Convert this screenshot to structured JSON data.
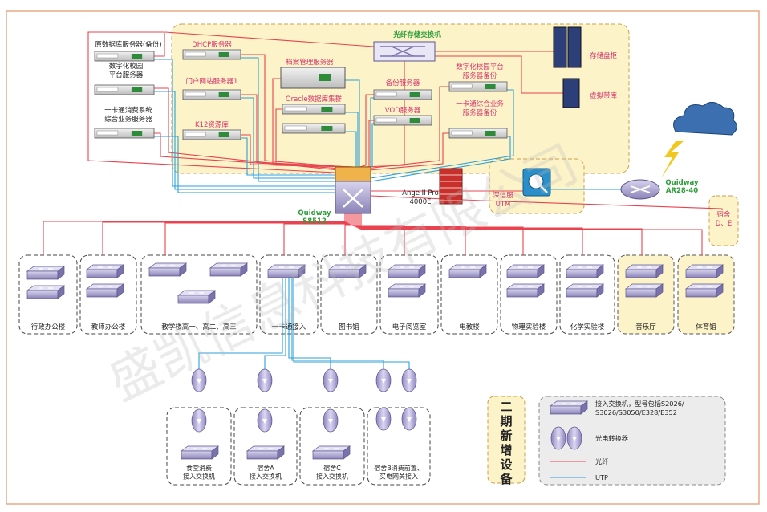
{
  "servers": {
    "db_backup": "原数据库服务器(备份)",
    "campus_platform": "数字化校园\n平台服务器",
    "card_biz": "一卡通消费系统\n综合业务服务器",
    "dhcp": "DHCP服务器",
    "portal": "门户网站服务器1",
    "k12": "K12资源库",
    "archive": "档案管理服务器",
    "oracle": "Oracle数据库集群",
    "backup": "备份服务器",
    "vod": "VOD服务器",
    "campus_platform_bak": "数字化校园平台\n服务器备份",
    "card_biz_bak": "一卡通综合业务\n服务器备份",
    "storage_cabinet": "存储盘柜",
    "virtual_tape": "虚拟带库"
  },
  "core": {
    "fc_switch": "光纤存储交换机",
    "core_switch": "Quidway\nS8512",
    "firewall": "Ange II Pro\n4000E",
    "utm": "深信服\nUTM",
    "router": "Quidway\nAR28-40"
  },
  "buildings": [
    "行政办公楼",
    "教师办公楼",
    "教学楼高一、高二、高三",
    "一卡通接入",
    "图书馆",
    "电子阅览室",
    "电教楼",
    "物理实验楼",
    "化学实验楼",
    "音乐厅",
    "体育馆"
  ],
  "dorm_future": "宿舍\nD、E",
  "sub_access": [
    "食堂消费\n接入交换机",
    "宿舍A\n接入交换机",
    "宿舍C\n接入交换机",
    "宿舍B消费前置、\n买电网关接入"
  ],
  "phase2": "二期新增设备",
  "legend": {
    "switch": "接入交换机，型号包括S2026/\nS3026/S3050/E328/E352",
    "converter": "光电转换器",
    "fiber": "光纤",
    "utp": "UTP"
  },
  "watermark": "盛凯信息科技有限公司",
  "colors": {
    "fiber": "#e8434f",
    "utp": "#2b9fd8",
    "highlight": "#fdf3c8",
    "dash": "#c9a24a"
  }
}
